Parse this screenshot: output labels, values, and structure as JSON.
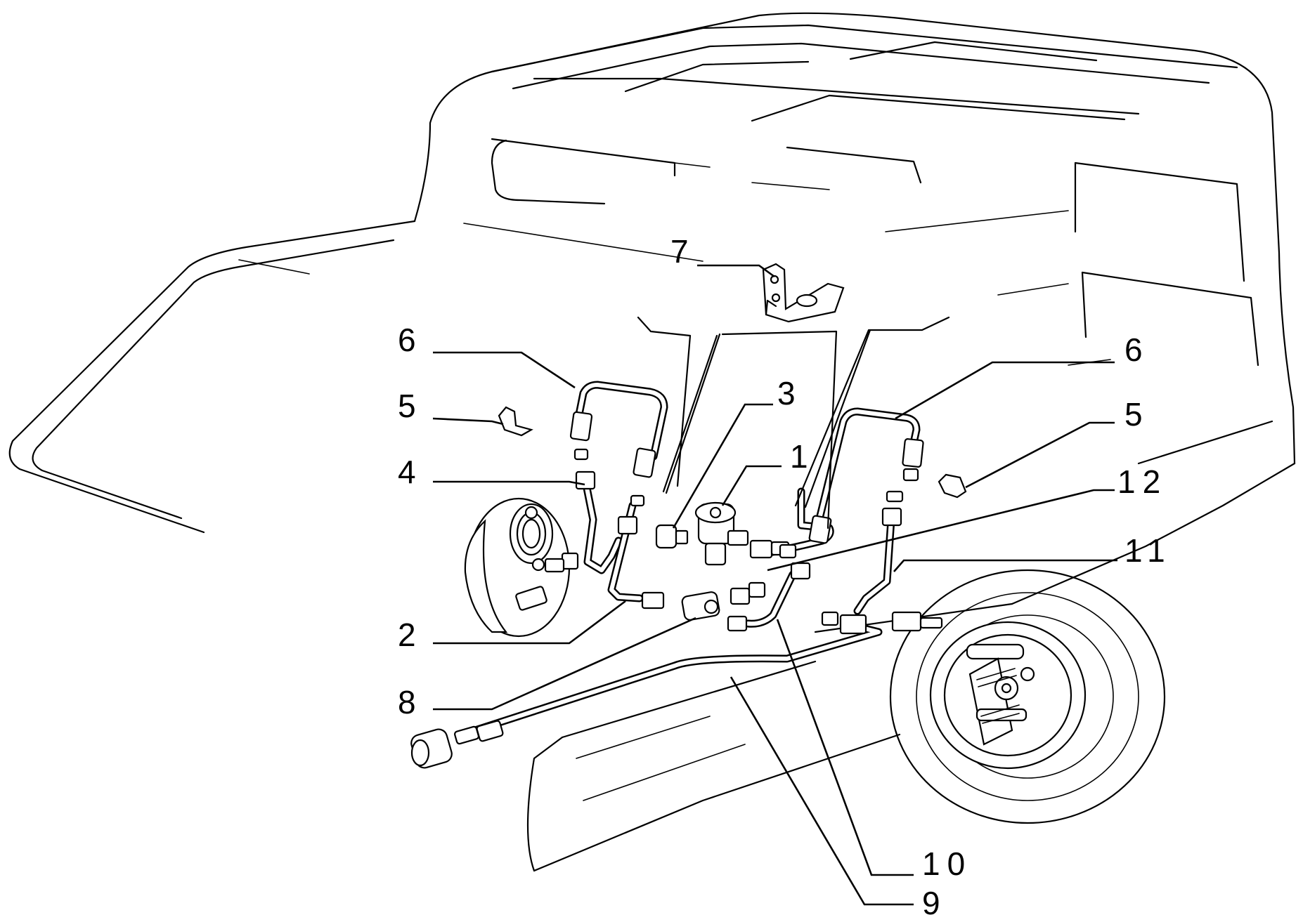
{
  "callouts": {
    "c1": "1",
    "c2": "2",
    "c3": "3",
    "c4": "4",
    "c5_left": "5",
    "c5_right": "5",
    "c6_left": "6",
    "c6_right": "6",
    "c7": "7",
    "c8": "8",
    "c9": "9",
    "c10": "10",
    "c11": "11",
    "c12": "12"
  }
}
